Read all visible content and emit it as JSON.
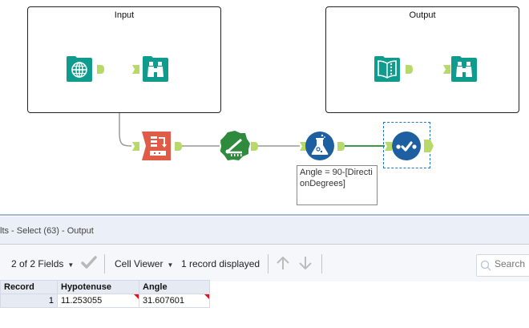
{
  "canvas": {
    "containers": [
      {
        "title": "Input"
      },
      {
        "title": "Output"
      }
    ],
    "tools": [
      {
        "name": "Input Data (globe)",
        "color": "#0f9b8e"
      },
      {
        "name": "Browse",
        "color": "#0f9b8e"
      },
      {
        "name": "Text to Columns / Record ID",
        "color": "#e05c46"
      },
      {
        "name": "Trigonometry / Measure",
        "color": "#2e8b3e"
      },
      {
        "name": "Formula",
        "color": "#1d5fa0"
      },
      {
        "name": "Select",
        "color": "#1d5fa0"
      },
      {
        "name": "Directory / Book",
        "color": "#0f9b8e"
      },
      {
        "name": "Browse",
        "color": "#0f9b8e"
      }
    ],
    "annotation": "Angle = 90-[DirectionDegrees]",
    "connection_color": "#999999",
    "active_connection_color": "#3a9a4a",
    "anchor_color": "#b7d96a"
  },
  "results": {
    "title": "lts - Select (63) - Output",
    "fields_selector": "2 of 2 Fields",
    "viewer_selector": "Cell Viewer",
    "record_count": "1 record displayed",
    "search_placeholder": "Search",
    "table": {
      "columns": [
        "Record",
        "Hypotenuse",
        "Angle"
      ],
      "rows": [
        {
          "record": "1",
          "hypotenuse": "11.253055",
          "angle": "31.607601"
        }
      ]
    }
  }
}
